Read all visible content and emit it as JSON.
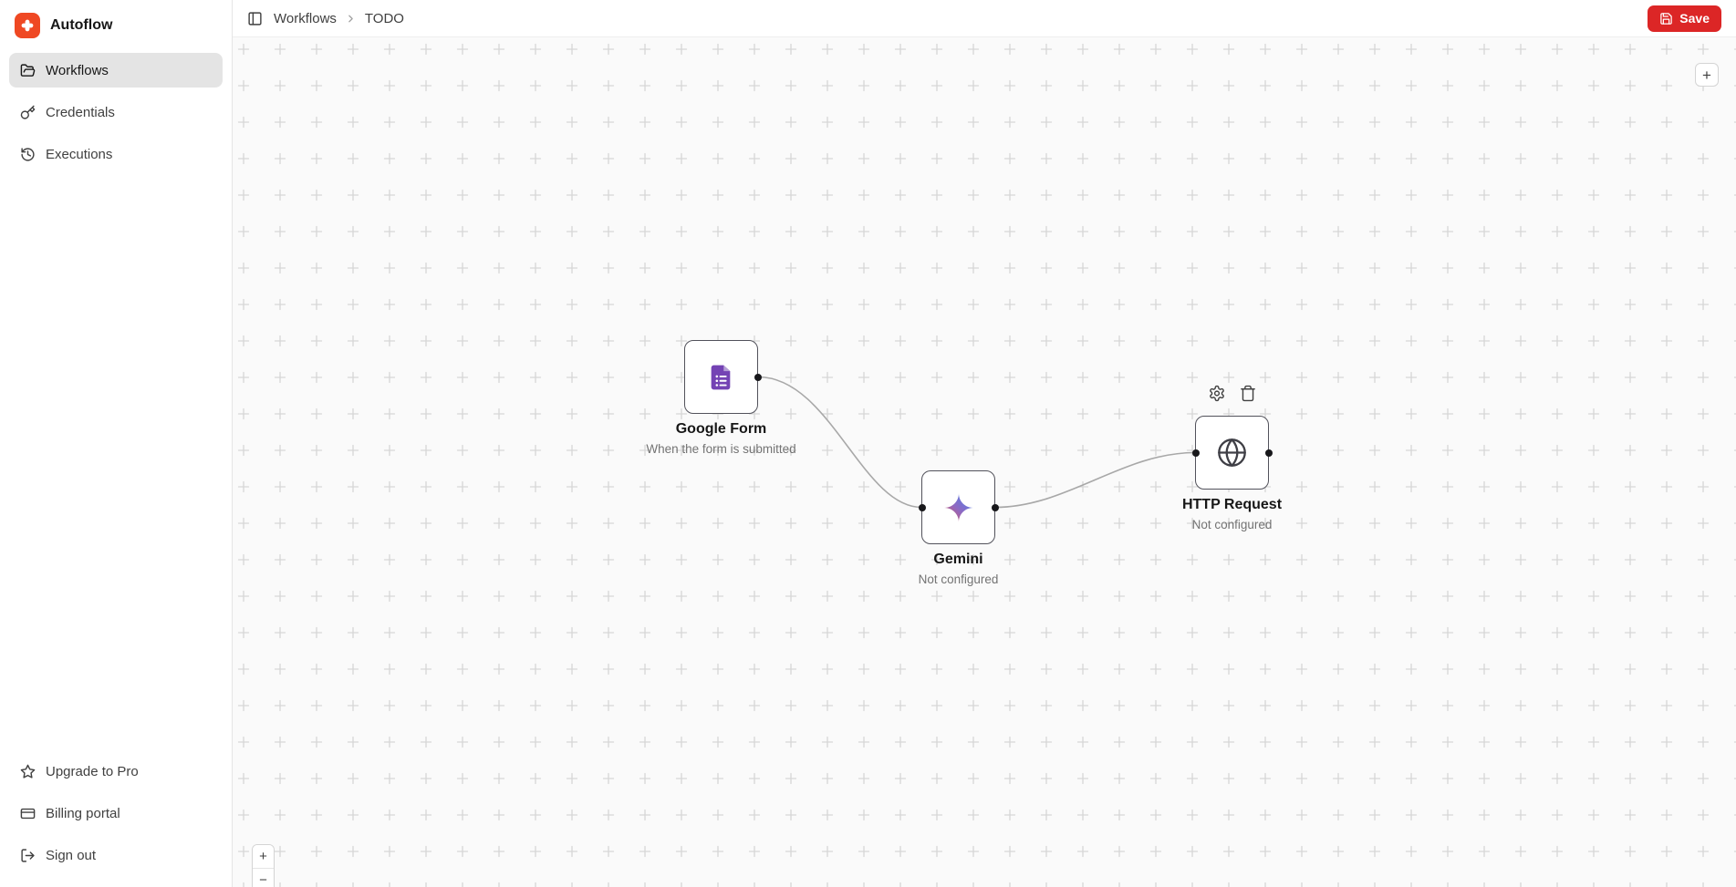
{
  "app": {
    "name": "Autoflow"
  },
  "sidebar": {
    "nav": [
      {
        "label": "Workflows",
        "icon": "folder-open-icon",
        "active": true
      },
      {
        "label": "Credentials",
        "icon": "key-icon",
        "active": false
      },
      {
        "label": "Executions",
        "icon": "history-icon",
        "active": false
      }
    ],
    "footer": [
      {
        "label": "Upgrade to Pro",
        "icon": "star-icon"
      },
      {
        "label": "Billing portal",
        "icon": "credit-card-icon"
      },
      {
        "label": "Sign out",
        "icon": "sign-out-icon"
      }
    ]
  },
  "header": {
    "breadcrumb": {
      "root": "Workflows",
      "current": "TODO"
    },
    "save_label": "Save"
  },
  "canvas": {
    "nodes": [
      {
        "title": "Google Form",
        "subtitle": "When the form is submitted",
        "icon": "google-form-icon"
      },
      {
        "title": "Gemini",
        "subtitle": "Not configured",
        "icon": "gemini-icon"
      },
      {
        "title": "HTTP Request",
        "subtitle": "Not configured",
        "icon": "globe-icon"
      }
    ],
    "controls": {
      "add_node": "+",
      "zoom_in": "+",
      "zoom_out": "−"
    }
  },
  "colors": {
    "accent_red": "#dc2626",
    "logo_orange": "#ef4823",
    "google_form_purple": "#7443b4",
    "gemini_gradient": [
      "#e2554d",
      "#9168c0",
      "#4285f4"
    ],
    "node_border": "#52525b",
    "canvas_bg": "#fafafa",
    "grid_mark": "#d6d6d6",
    "edge": "#a8a8a8"
  }
}
